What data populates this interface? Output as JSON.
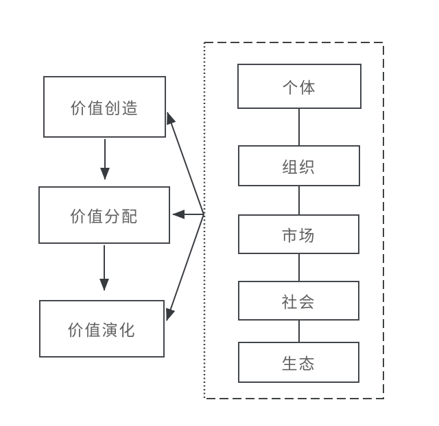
{
  "diagram": {
    "title": "value-flow-and-stakeholder-levels-diagram",
    "colors": {
      "background": "#ffffff",
      "box_border": "#43464b",
      "line": "#3a3d41",
      "arrowhead_fill": "#373a3e",
      "dashed_boundary": "#3e4144",
      "text": "#606060"
    },
    "left_flow": {
      "boxes": [
        {
          "label": "价值创造"
        },
        {
          "label": "价值分配"
        },
        {
          "label": "价值演化"
        }
      ]
    },
    "right_group": {
      "boundary_style": "dashed rectangle with dotted left edge",
      "boxes": [
        {
          "label": "个体"
        },
        {
          "label": "组织"
        },
        {
          "label": "市场"
        },
        {
          "label": "社会"
        },
        {
          "label": "生态"
        }
      ]
    },
    "edges": [
      {
        "from": "价值创造",
        "to": "价值分配",
        "type": "arrow-down"
      },
      {
        "from": "价值分配",
        "to": "价值演化",
        "type": "arrow-down"
      },
      {
        "from": "个体",
        "to": "组织",
        "type": "line"
      },
      {
        "from": "组织",
        "to": "市场",
        "type": "line"
      },
      {
        "from": "市场",
        "to": "社会",
        "type": "line"
      },
      {
        "from": "社会",
        "to": "生态",
        "type": "line"
      },
      {
        "from": "right-group-left-edge",
        "to": "价值创造",
        "type": "arrow"
      },
      {
        "from": "right-group-left-edge",
        "to": "价值分配",
        "type": "arrow"
      },
      {
        "from": "right-group-left-edge",
        "to": "价值演化",
        "type": "arrow"
      }
    ]
  }
}
